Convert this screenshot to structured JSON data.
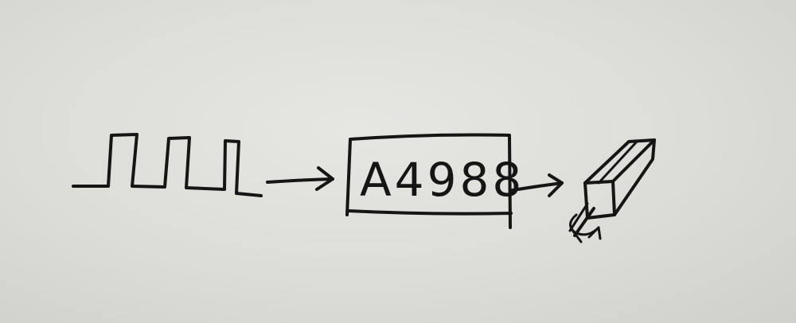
{
  "diagram": {
    "driver_label": "A4988",
    "ink_color": "#151515",
    "paper_color": "#dcdcd8",
    "blocks": [
      {
        "id": "pulse-train",
        "kind": "square-wave-signal-icon"
      },
      {
        "id": "driver",
        "kind": "rectangle-box"
      },
      {
        "id": "motor",
        "kind": "stepper-motor-icon"
      }
    ],
    "connections": [
      {
        "from": "pulse-train",
        "to": "driver",
        "kind": "arrow"
      },
      {
        "from": "driver",
        "to": "motor",
        "kind": "arrow"
      }
    ]
  }
}
